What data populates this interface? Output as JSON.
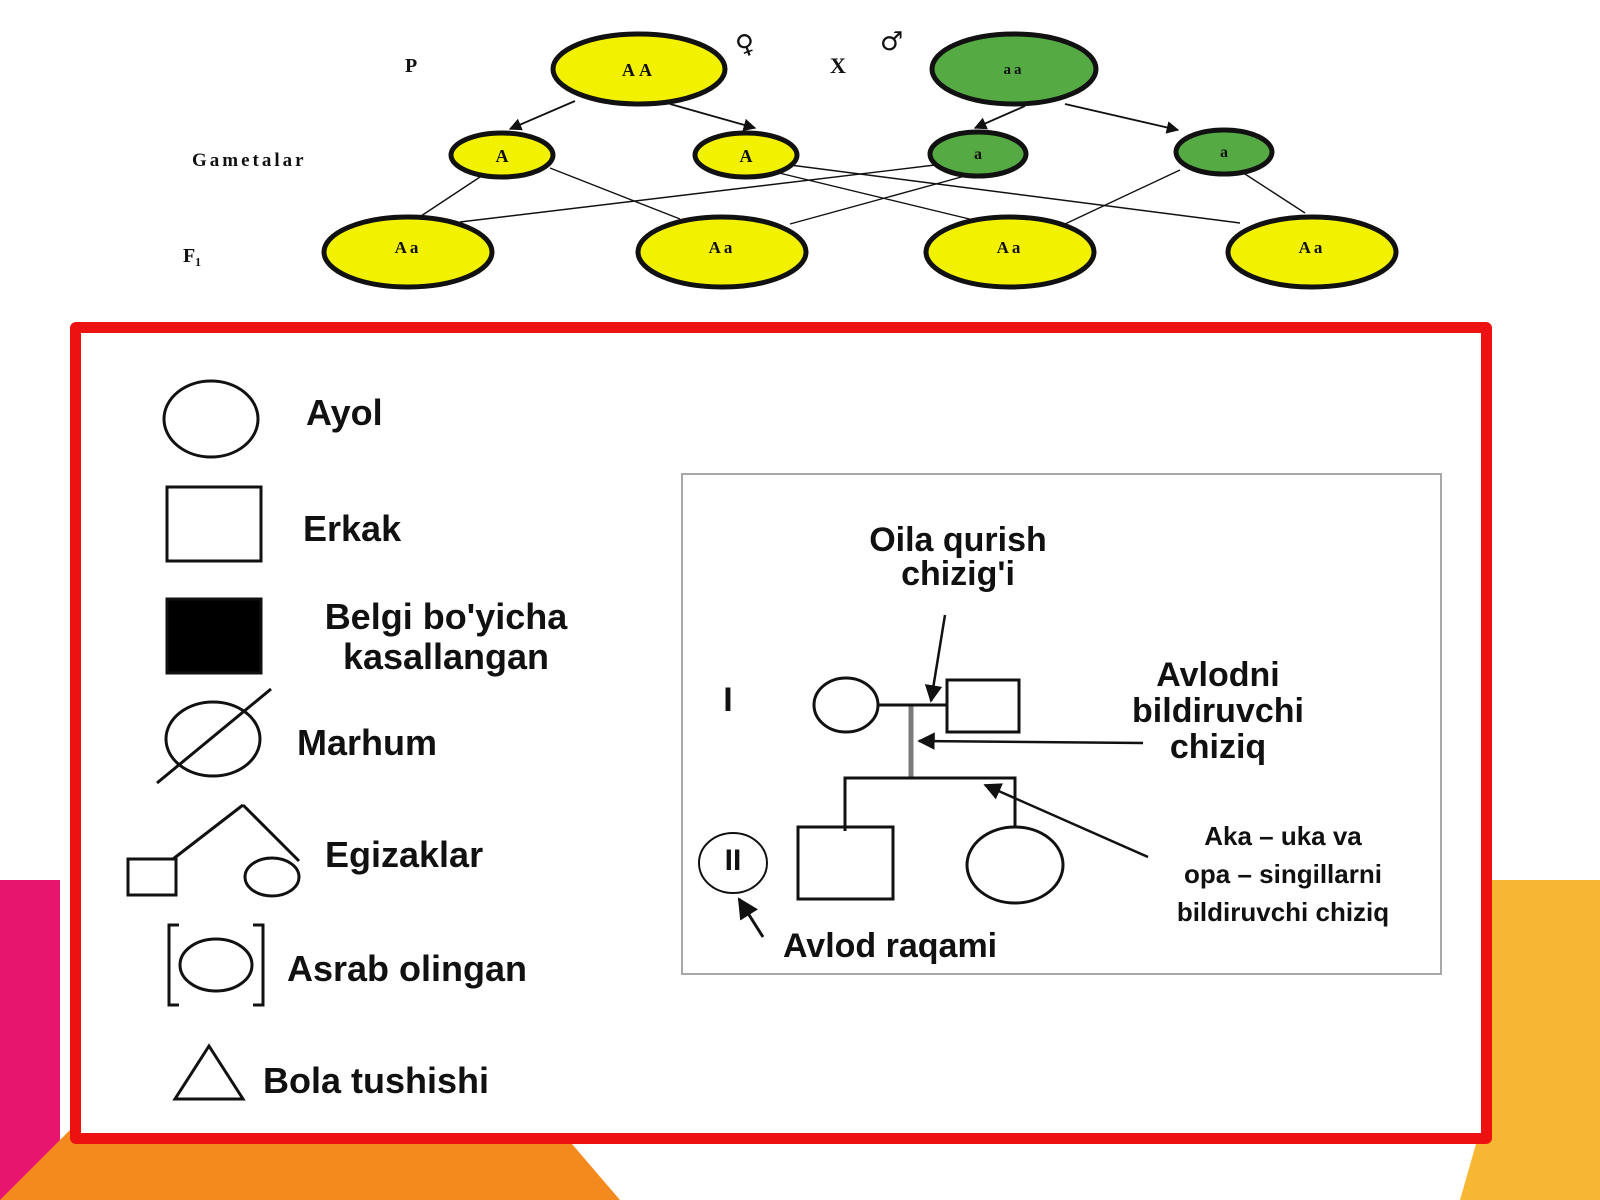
{
  "colors": {
    "dominant_fill": "#f2f200",
    "recessive_fill": "#55aa44",
    "outline": "#111111",
    "frame_border": "#ee1111",
    "corner_left": "#e8156e",
    "corner_right": "#f7b733",
    "corner_bottom": "#f48a1e"
  },
  "cross": {
    "row_p": "P",
    "row_gametes": "Gametalar",
    "row_f1": "F₁",
    "cross_sign": "X",
    "female_symbol": "♀",
    "male_symbol": "♂",
    "parents": [
      {
        "genotype": "AA",
        "trait": "dominant"
      },
      {
        "genotype": "aa",
        "trait": "recessive"
      }
    ],
    "gametes": [
      {
        "allele": "A",
        "trait": "dominant"
      },
      {
        "allele": "A",
        "trait": "dominant"
      },
      {
        "allele": "a",
        "trait": "recessive"
      },
      {
        "allele": "a",
        "trait": "recessive"
      }
    ],
    "offspring": [
      {
        "genotype": "Aa",
        "trait": "dominant"
      },
      {
        "genotype": "Aa",
        "trait": "dominant"
      },
      {
        "genotype": "Aa",
        "trait": "dominant"
      },
      {
        "genotype": "Aa",
        "trait": "dominant"
      }
    ]
  },
  "legend": {
    "items": [
      {
        "symbol": "circle-icon",
        "label": "Ayol"
      },
      {
        "symbol": "square-icon",
        "label": "Erkak"
      },
      {
        "symbol": "filled-square-icon",
        "label_line1": "Belgi bo'yicha",
        "label_line2": "kasallangan"
      },
      {
        "symbol": "crossed-circle-icon",
        "label": "Marhum"
      },
      {
        "symbol": "twins-icon",
        "label": "Egizaklar"
      },
      {
        "symbol": "bracketed-circle-icon",
        "label": "Asrab olingan"
      },
      {
        "symbol": "triangle-icon",
        "label": "Bola tushishi"
      }
    ]
  },
  "pedigree": {
    "generation_1": "I",
    "generation_2": "II",
    "marriage_line_label_1": "Oila qurish",
    "marriage_line_label_2": "chizig'i",
    "descent_line_label_1": "Avlodni",
    "descent_line_label_2": "bildiruvchi",
    "descent_line_label_3": "chiziq",
    "sibship_line_label_1": "Aka – uka va",
    "sibship_line_label_2": "opa – singillarni",
    "sibship_line_label_3": "bildiruvchi chiziq",
    "generation_number_label": "Avlod raqami"
  }
}
